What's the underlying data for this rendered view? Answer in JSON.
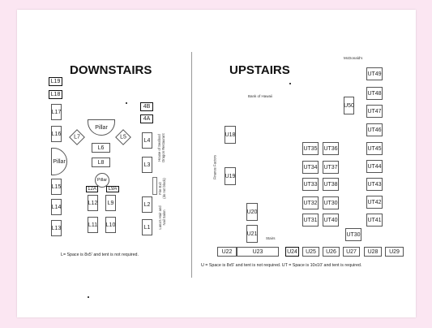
{
  "sections": {
    "downstairs_title": "DOWNSTAIRS",
    "upstairs_title": "UPSTAIRS"
  },
  "downstairs": {
    "booths": {
      "l19": "L19",
      "l18": "L18",
      "l17": "L17",
      "l16": "L16",
      "l15": "L15",
      "l14": "L14",
      "l13": "L13",
      "l12": "L12",
      "l11": "L11",
      "l10": "L10",
      "l9": "L9",
      "l8": "L8",
      "l6": "L6",
      "l7": "L7",
      "l5": "L5",
      "l4": "L4",
      "l3": "L3",
      "l2": "L2",
      "l1": "L1",
      "b4": "4B",
      "a4": "4A",
      "t12a": "12A",
      "t9a": "L9A"
    },
    "pillars": {
      "left": "Pillar",
      "top": "Pillar",
      "center": "Pillar"
    },
    "landmarks": {
      "restaurant": "House of Seafood\nDragon Restaurant",
      "fire_exit": "Fire Exit\n(do not block)",
      "nail_salon": "Lana's Hair and\nNail Salon"
    },
    "legend": "L= Space is 8x5' and tent is not required."
  },
  "upstairs": {
    "booths": {
      "u18": "U18",
      "u19": "U19",
      "u20": "U20",
      "u21": "U21",
      "u50": "U50",
      "ut35": "UT35",
      "ut36": "UT36",
      "ut34": "UT34",
      "ut37": "UT37",
      "ut33": "UT33",
      "ut38": "UT38",
      "ut32": "UT32",
      "ut30a": "UT30",
      "ut31": "UT31",
      "ut40": "UT40",
      "ut30b": "UT30",
      "ut49": "UT49",
      "ut48": "UT48",
      "ut47": "UT47",
      "ut46": "UT46",
      "ut45": "UT45",
      "ut44": "UT44",
      "ut43": "UT43",
      "ut42": "UT42",
      "ut41": "UT41",
      "u22": "U22",
      "u23": "U23",
      "u24": "U24",
      "u25": "U25",
      "u26": "U26",
      "u27": "U27",
      "u28": "U28",
      "u29": "U29"
    },
    "landmarks": {
      "mcdonalds": "McDonald's",
      "bank": "Bank of Hawaii",
      "finance": "Finance Factors",
      "stairs": "Stairs"
    },
    "legend": "U = Space is 8x5' and tent is not required.  UT = Space is 10x10' and tent is required."
  }
}
